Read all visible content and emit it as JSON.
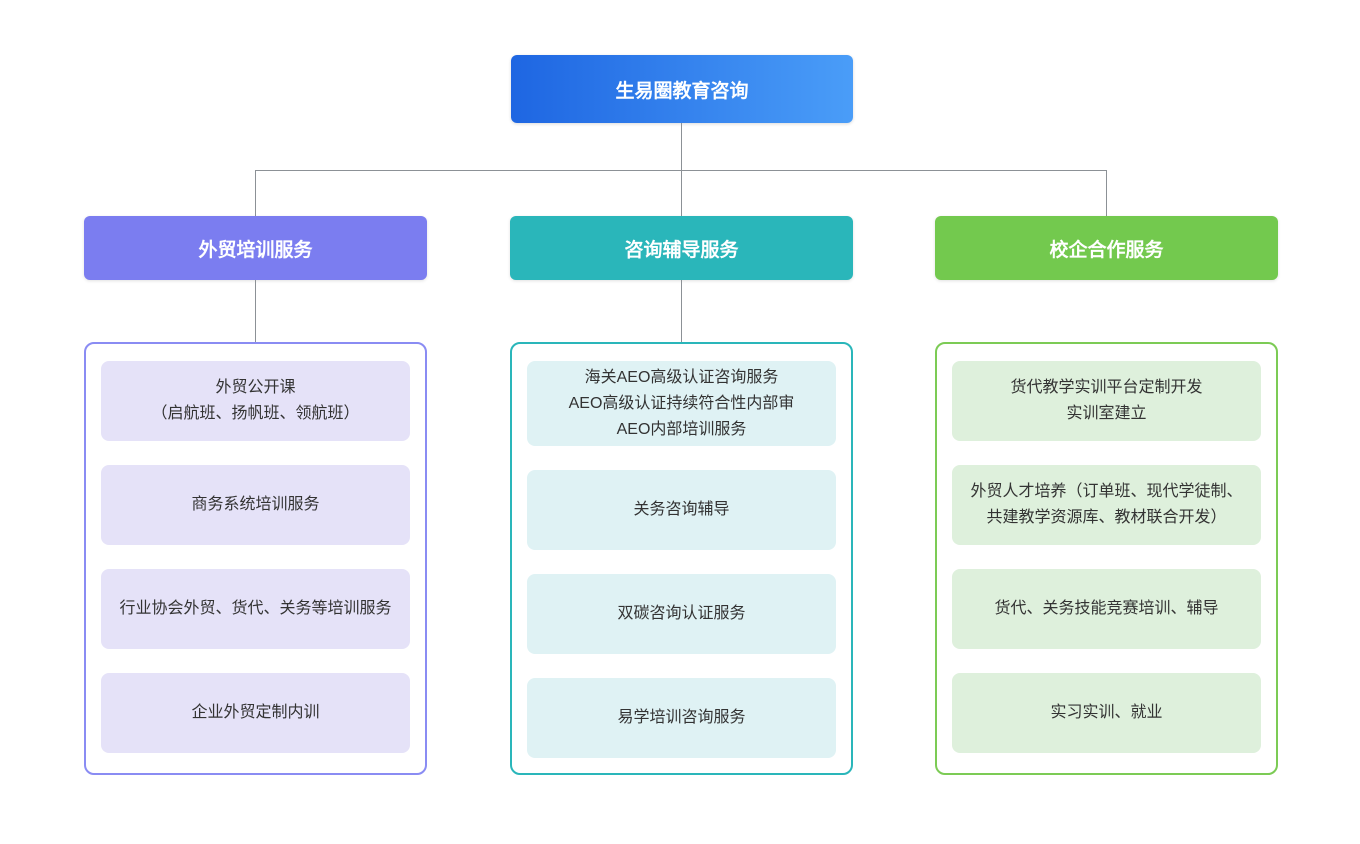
{
  "root": {
    "title": "生易圈教育咨询",
    "gradient_from": "#1e66e2",
    "gradient_to": "#4a9df8"
  },
  "connector_color": "#8c9196",
  "branches": [
    {
      "title": "外贸培训服务",
      "header_color": "#7b7df0",
      "border_color": "#8a8cf3",
      "item_bg": "#e5e2f8",
      "has_header_connector": true,
      "items": [
        {
          "text": "外贸公开课\n（启航班、扬帆班、领航班）"
        },
        {
          "text": "商务系统培训服务"
        },
        {
          "text": "行业协会外贸、货代、关务等培训服务"
        },
        {
          "text": "企业外贸定制内训"
        }
      ]
    },
    {
      "title": "咨询辅导服务",
      "header_color": "#2ab6ba",
      "border_color": "#2ab6ba",
      "item_bg": "#dff2f4",
      "has_header_connector": true,
      "items": [
        {
          "text": "海关AEO高级认证咨询服务\nAEO高级认证持续符合性内部审\nAEO内部培训服务"
        },
        {
          "text": "关务咨询辅导"
        },
        {
          "text": "双碳咨询认证服务"
        },
        {
          "text": "易学培训咨询服务"
        }
      ]
    },
    {
      "title": "校企合作服务",
      "header_color": "#73c94e",
      "border_color": "#7ccb55",
      "item_bg": "#def0dc",
      "has_header_connector": false,
      "items": [
        {
          "text": "货代教学实训平台定制开发\n实训室建立"
        },
        {
          "text": "外贸人才培养（订单班、现代学徒制、共建教学资源库、教材联合开发）"
        },
        {
          "text": "货代、关务技能竞赛培训、辅导"
        },
        {
          "text": "实习实训、就业"
        }
      ]
    }
  ]
}
